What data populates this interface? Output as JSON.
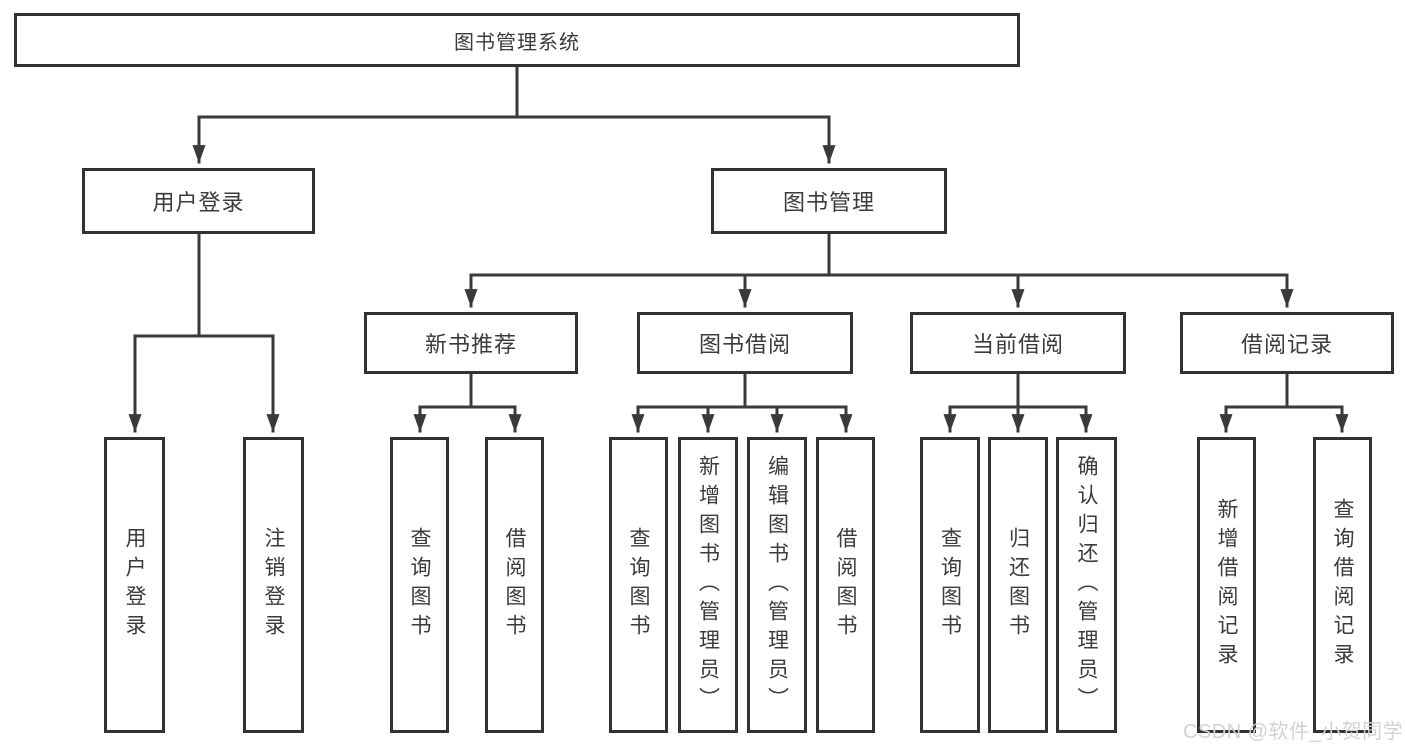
{
  "diagram": {
    "root": {
      "label": "图书管理系统"
    },
    "level2": [
      {
        "label": "用户登录"
      },
      {
        "label": "图书管理"
      }
    ],
    "level3": [
      {
        "label": "新书推荐"
      },
      {
        "label": "图书借阅"
      },
      {
        "label": "当前借阅"
      },
      {
        "label": "借阅记录"
      }
    ],
    "leaves": {
      "user_login": [
        {
          "label": "用户登录"
        },
        {
          "label": "注销登录"
        }
      ],
      "new_book_recommend": [
        {
          "label": "查询图书"
        },
        {
          "label": "借阅图书"
        }
      ],
      "book_borrow": [
        {
          "label": "查询图书"
        },
        {
          "label": "新增图书（管理员）"
        },
        {
          "label": "编辑图书（管理员）"
        },
        {
          "label": "借阅图书"
        }
      ],
      "current_borrow": [
        {
          "label": "查询图书"
        },
        {
          "label": "归还图书"
        },
        {
          "label": "确认归还（管理员）"
        }
      ],
      "borrow_record": [
        {
          "label": "新增借阅记录"
        },
        {
          "label": "查询借阅记录"
        }
      ]
    },
    "watermark": "CSDN @软件_小贺同学",
    "colors": {
      "line": "#3a3a3a",
      "box_border": "#323232",
      "text": "#3b3b3b",
      "background": "#ffffff",
      "watermark": "#d2d2d2"
    }
  }
}
